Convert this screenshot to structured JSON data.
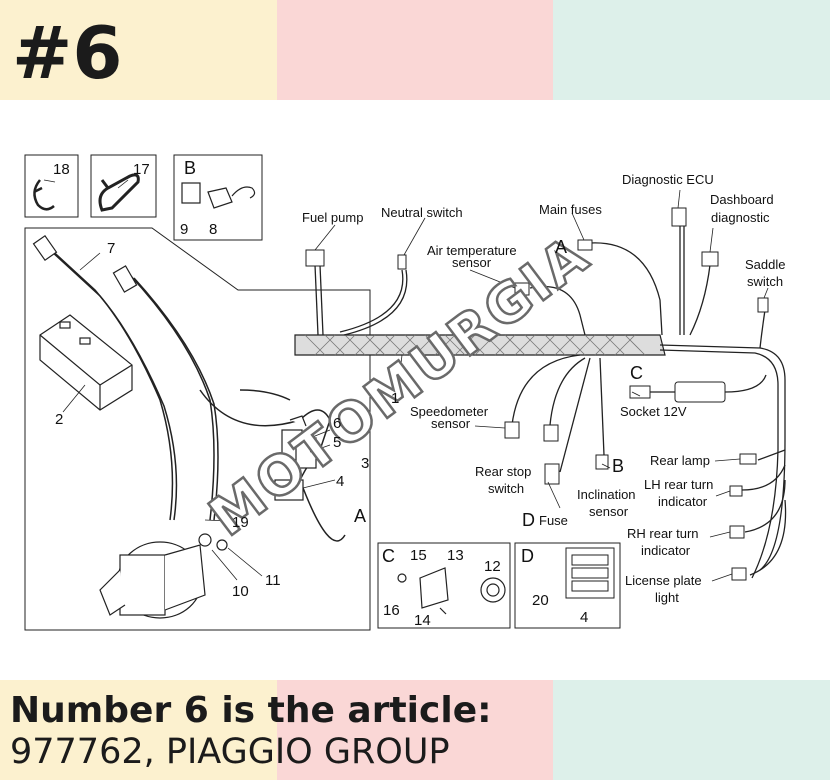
{
  "banner": {
    "number": "#6"
  },
  "footer": {
    "line1": "Number 6 is the article:",
    "line2": "977762, PIAGGIO GROUP"
  },
  "watermark": "MOTOMURGIA",
  "labels": {
    "diagnostic_ecu": "Diagnostic ECU",
    "main_fuses": "Main fuses",
    "dashboard_l1": "Dashboard",
    "dashboard_l2": "diagnostic",
    "saddle_l1": "Saddle",
    "saddle_l2": "switch",
    "fuel_pump": "Fuel pump",
    "neutral_switch": "Neutral switch",
    "air_temp_l1": "Air temperature",
    "air_temp_l2": "sensor",
    "speedo_l1": "Speedometer",
    "speedo_l2": "sensor",
    "socket": "Socket 12V",
    "rear_stop_l1": "Rear stop",
    "rear_stop_l2": "switch",
    "inclination_l1": "Inclination",
    "inclination_l2": "sensor",
    "fuse": "Fuse",
    "rear_lamp": "Rear lamp",
    "lh_turn_l1": "LH rear turn",
    "lh_turn_l2": "indicator",
    "rh_turn_l1": "RH rear turn",
    "rh_turn_l2": "indicator",
    "license_l1": "License plate",
    "license_l2": "light"
  },
  "letters": {
    "a": "A",
    "b": "B",
    "c": "C",
    "d": "D"
  },
  "numbers": {
    "n1": "1",
    "n2": "2",
    "n3": "3",
    "n4": "4",
    "n5": "5",
    "n6": "6",
    "n7": "7",
    "n8": "8",
    "n9": "9",
    "n10": "10",
    "n11": "11",
    "n12": "12",
    "n13": "13",
    "n14": "14",
    "n15": "15",
    "n16": "16",
    "n17": "17",
    "n18": "18",
    "n19": "19",
    "n20": "20"
  }
}
